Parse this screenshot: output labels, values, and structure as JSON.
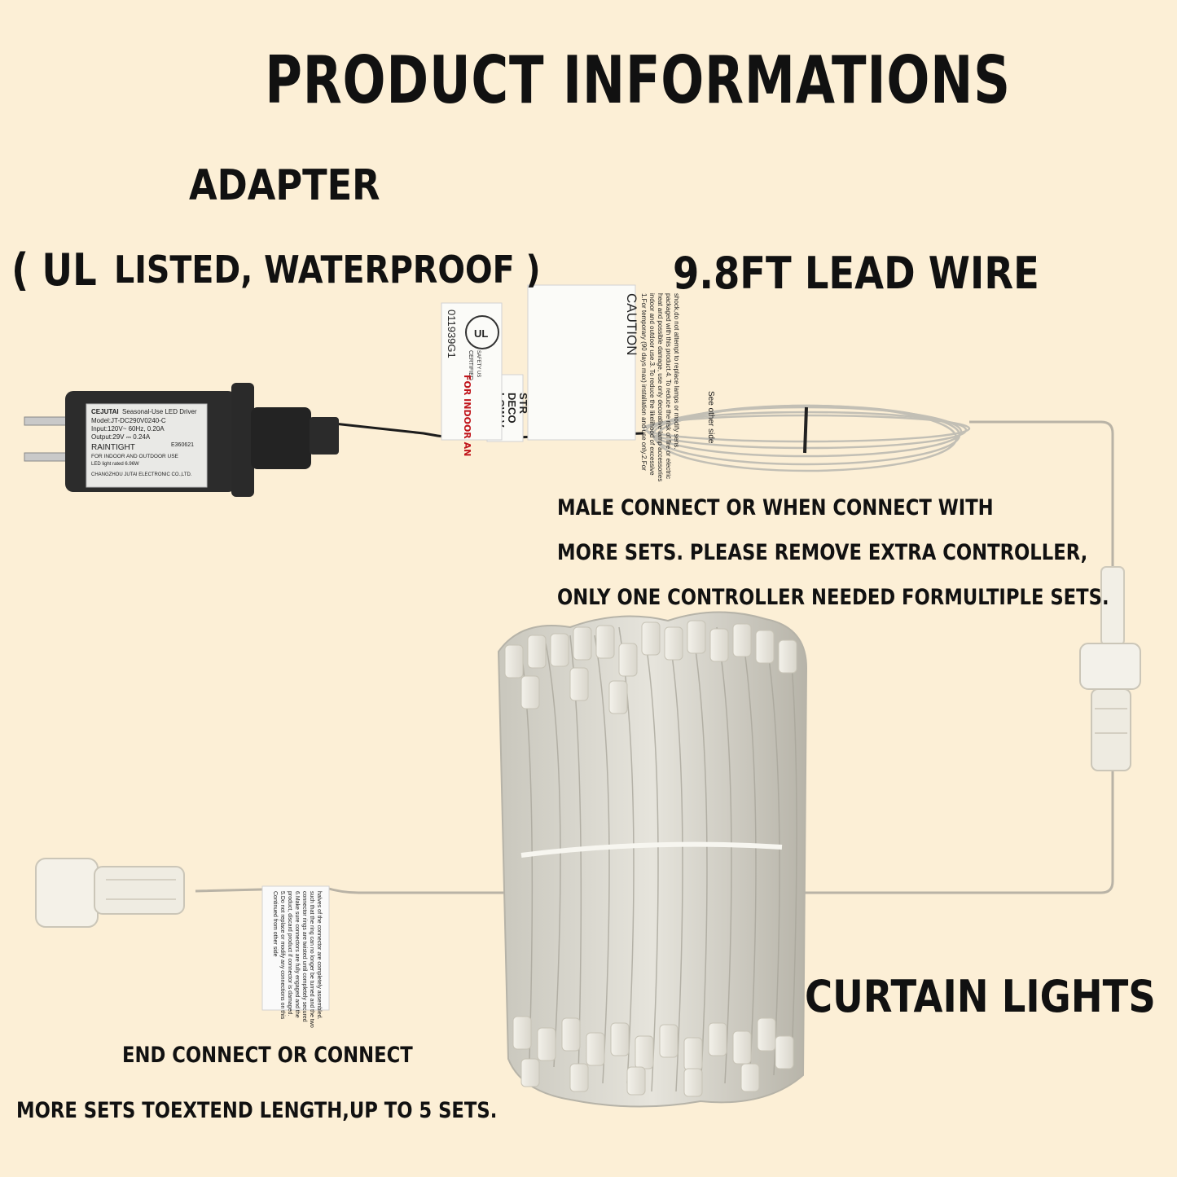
{
  "title": "PRODUCT INFORMATIONS",
  "adapter": {
    "heading": "ADAPTER",
    "subheading_open": "( UL",
    "subheading_rest": "LISTED, WATERPROOF )",
    "label": {
      "brand": "CEJUTAI",
      "line1": "Seasonal-Use LED Driver",
      "line2": "Model:JT-DC290V0240-C",
      "line3": "Input:120V~ 60Hz, 0.20A",
      "line4": "Output:29V ⎓ 0.24A",
      "line5": "RAINTIGHT",
      "line6": "FOR INDOOR AND OUTDOOR USE",
      "line7": "LED light rated 6.96W",
      "line8": "CHANGZHOU JUTAI ELECTRONIC CO.,LTD.",
      "cert_no": "E360621"
    }
  },
  "tags": {
    "ul_tag": {
      "code": "011939G1",
      "certified": "CERTIFIED",
      "safety": "SAFETY US",
      "mark": "UL",
      "red_text": "FOR INDOOR AN"
    },
    "stamp_partial": [
      "LOW V",
      "DECO",
      "STR"
    ],
    "caution": {
      "heading": "CAUTION",
      "line1": "1.For temporary (90 days max) installation and use only.2.For",
      "line2": "indoor and outdoor use.3. To reduce the likelihood of excessive",
      "line3": "heat and possible damage, use only decorative lamp accessories",
      "line4": "packaged with this product.4. To reduce the risk of fire or electric",
      "line5": "shock,do not attempt to replace lamps or modify sens.",
      "line6": "See other side"
    },
    "end_tag": {
      "line1": "Continued from other side",
      "line2": "5.Do not replace or modify any connections on this",
      "line3": "product, discard product if connector is damaged.",
      "line4": "6.Make sure connectors are fully engaged and the",
      "line5": "connector rings are twisted until completely secured",
      "line6": "such that the ring can no longer be turned and the two",
      "line7": "halves of the connector are completely assembled."
    }
  },
  "lead_wire": {
    "heading": "9.8FT LEAD WIRE",
    "note_lines": [
      "MALE CONNECT OR WHEN CONNECT WITH",
      "MORE SETS. PLEASE REMOVE EXTRA CONTROLLER,",
      "ONLY ONE CONTROLLER NEEDED FORMULTIPLE SETS."
    ]
  },
  "curtain": {
    "heading": "CURTAIN LIGHTS"
  },
  "end_connector": {
    "note_line1": "END CONNECT OR CONNECT",
    "note_line2": "MORE SETS TOEXTEND LENGTH,UP TO 5 SETS."
  },
  "colors": {
    "background": "#fcefd6",
    "text": "#111111",
    "wire": "#b9b3a6",
    "adapter_body": "#2c2c2c",
    "tag_red": "#c0141b"
  }
}
